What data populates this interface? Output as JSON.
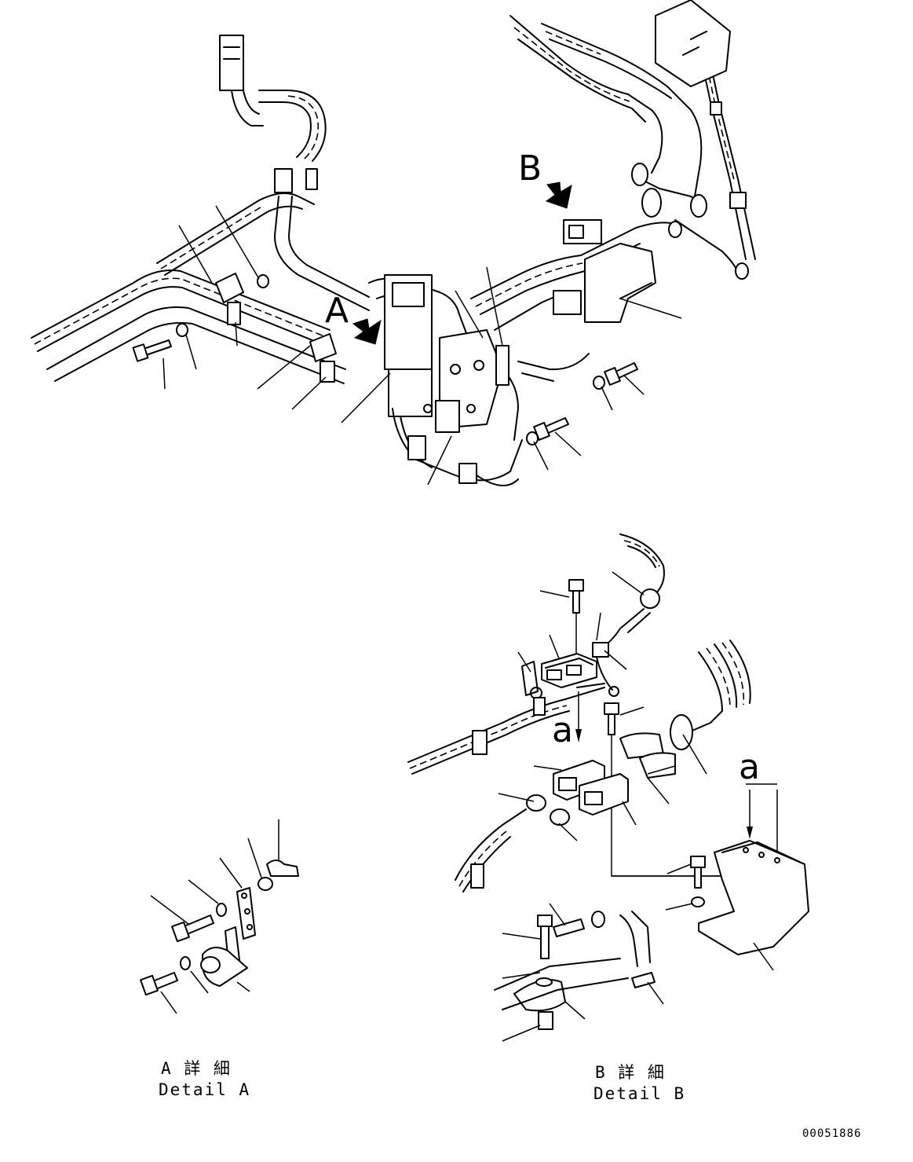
{
  "view_markers": {
    "arrow_a": "A",
    "arrow_b": "B"
  },
  "detail_markers": {
    "a_top": "a",
    "a_right": "a"
  },
  "captions": {
    "detail_a_jp": "A 詳 細",
    "detail_a_en": "Detail A",
    "detail_b_jp": "B 詳 細",
    "detail_b_en": "Detail B"
  },
  "drawing_number": "00051886"
}
